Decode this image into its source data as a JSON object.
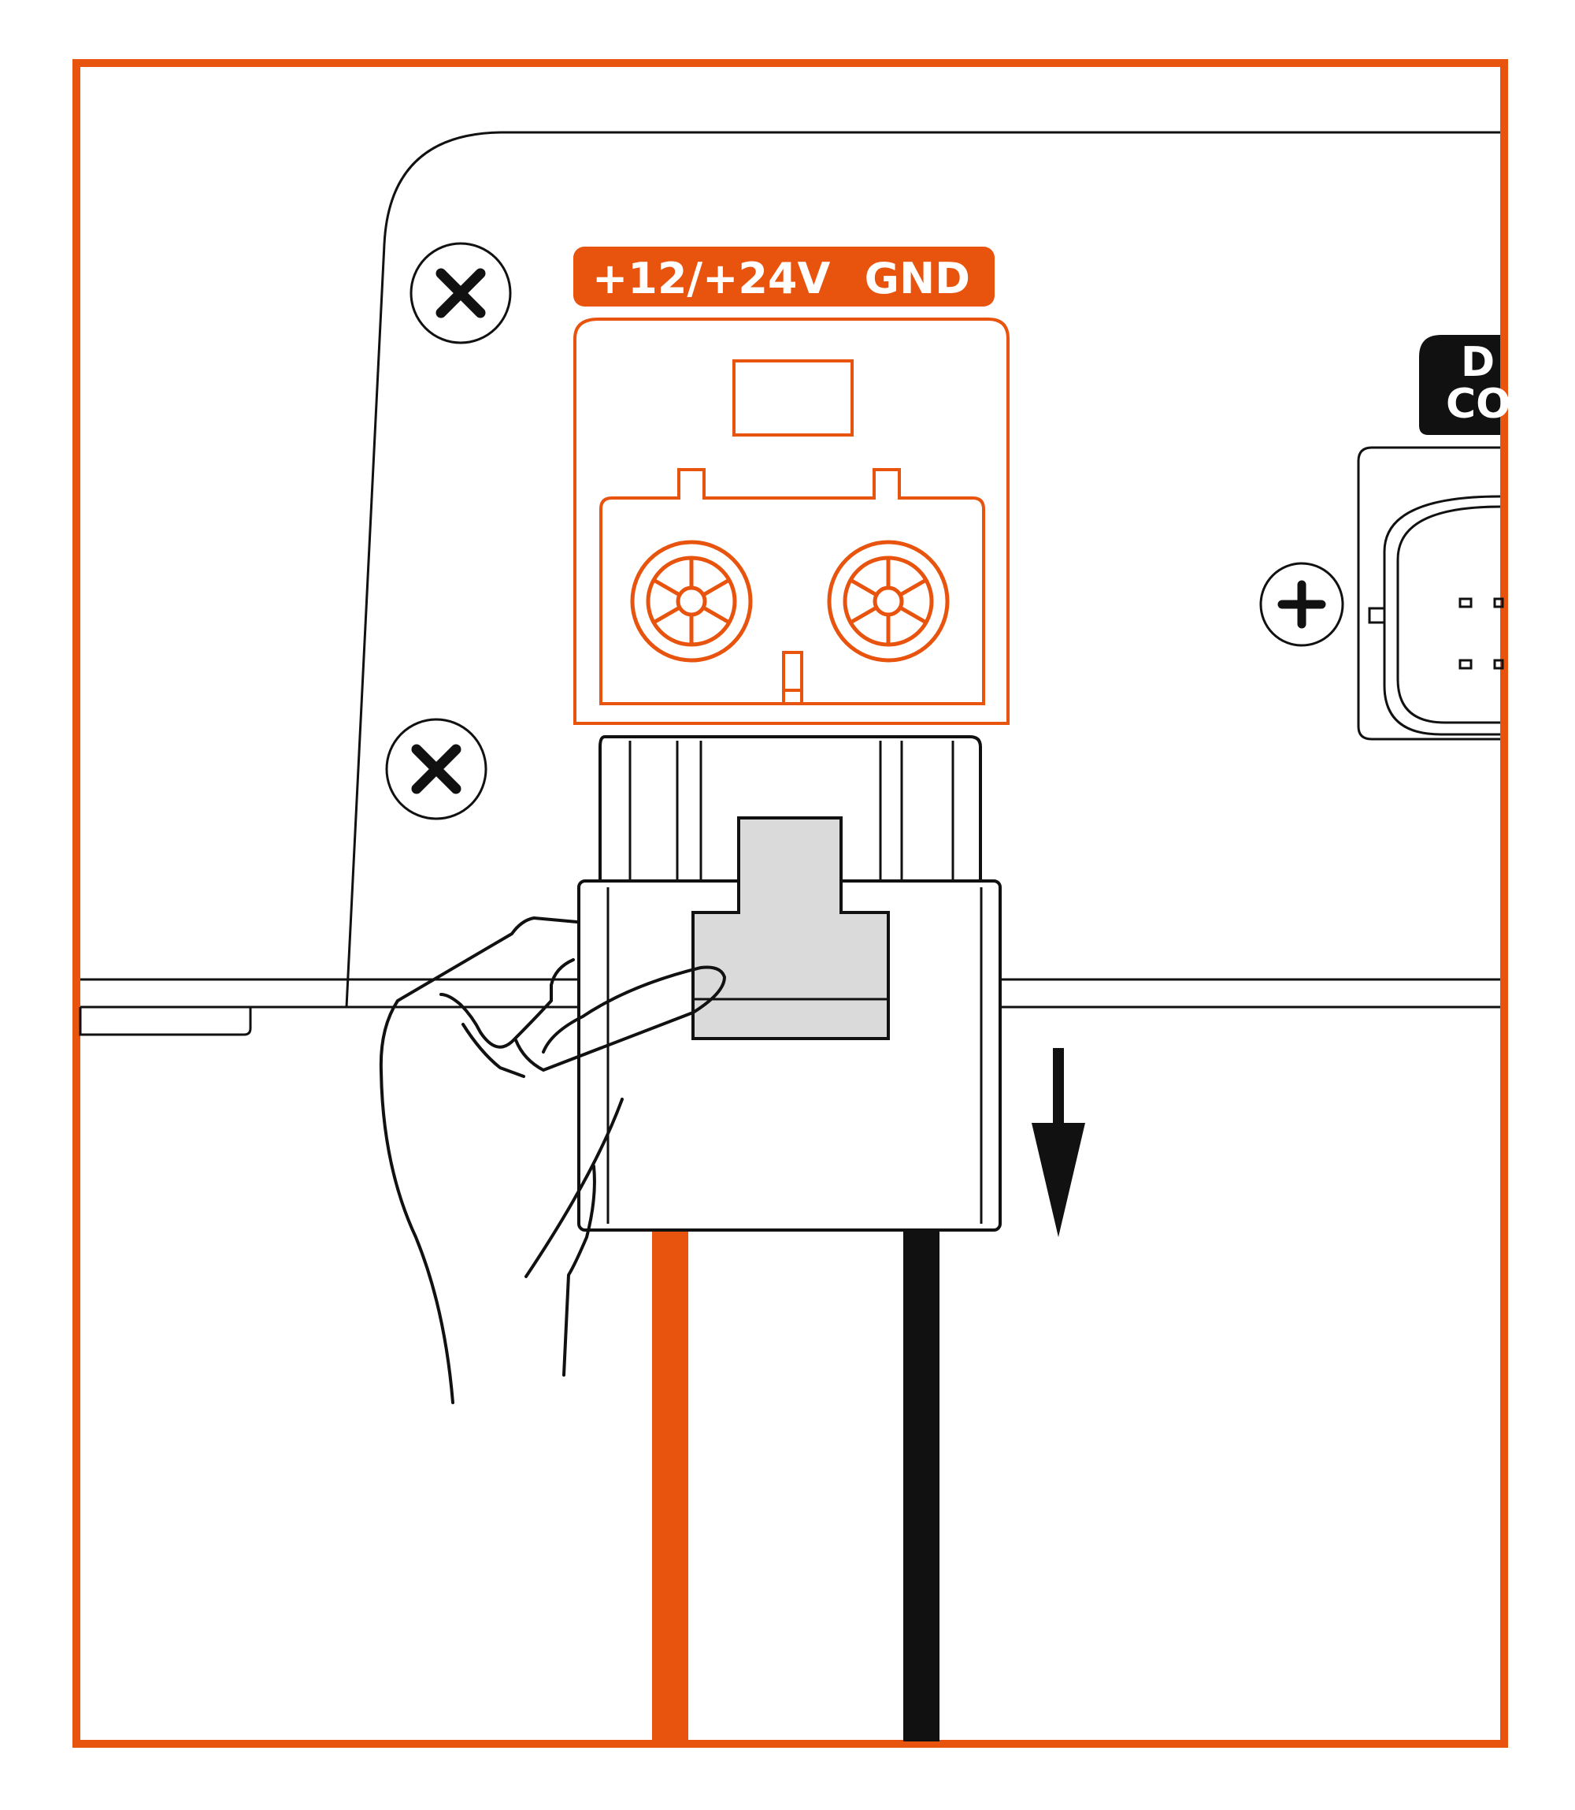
{
  "colors": {
    "accent": "#E8530E",
    "line": "#111111",
    "release_tab": "#DADADA",
    "background": "#FFFFFF",
    "ground_wire": "#111111",
    "power_wire": "#E8530E"
  },
  "power_port": {
    "positive_label": "+12/+24V",
    "ground_label": "GND"
  },
  "adjacent_port": {
    "label_line_1": "D",
    "label_line_2": "CO"
  },
  "icons": {
    "screw": "cross-screw-icon",
    "grounding_screw": "plus-screw-icon",
    "direction": "arrow-down-icon"
  }
}
